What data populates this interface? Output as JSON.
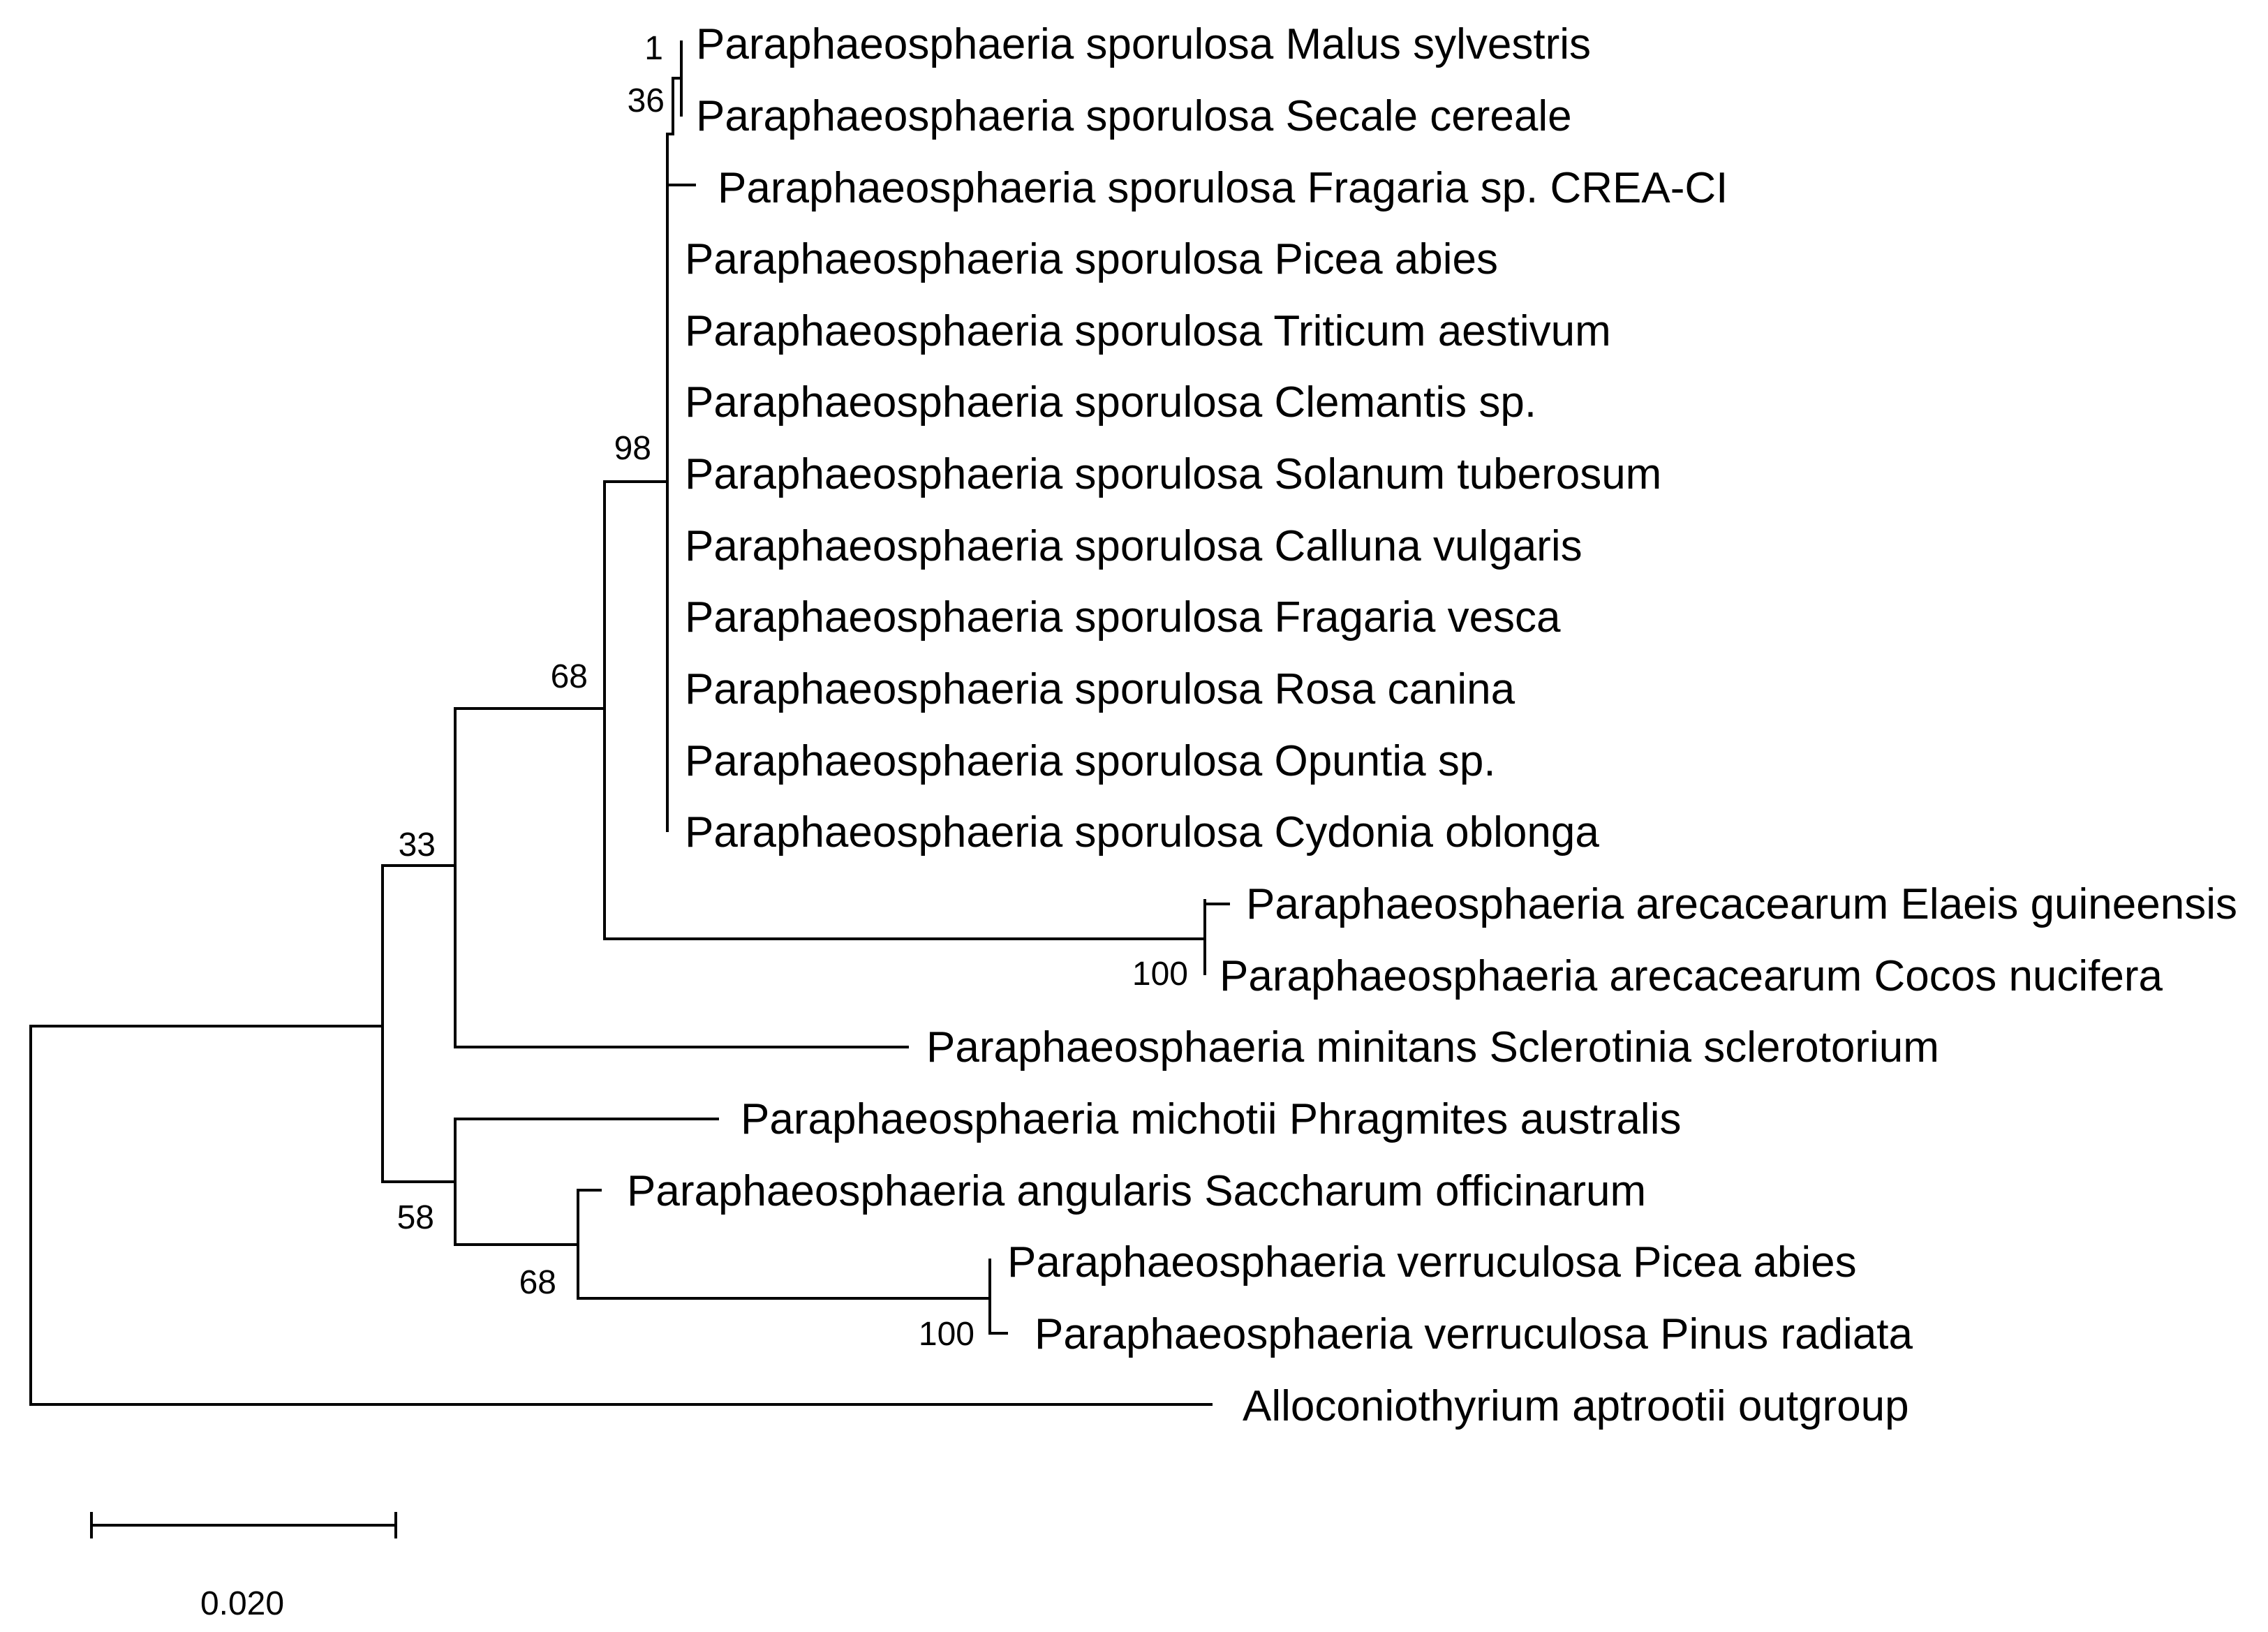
{
  "tree": {
    "taxa": [
      "Paraphaeosphaeria sporulosa Malus sylvestris",
      "Paraphaeosphaeria sporulosa Secale cereale",
      "Paraphaeosphaeria sporulosa Fragaria sp. CREA-CI",
      "Paraphaeosphaeria sporulosa Picea abies",
      "Paraphaeosphaeria sporulosa Triticum aestivum",
      "Paraphaeosphaeria sporulosa Clemantis sp.",
      "Paraphaeosphaeria sporulosa Solanum tuberosum",
      "Paraphaeosphaeria sporulosa Calluna vulgaris",
      "Paraphaeosphaeria sporulosa Fragaria vesca",
      "Paraphaeosphaeria sporulosa Rosa canina",
      "Paraphaeosphaeria sporulosa Opuntia sp.",
      "Paraphaeosphaeria sporulosa Cydonia oblonga",
      "Paraphaeosphaeria arecacearum Elaeis guineensis",
      "Paraphaeosphaeria arecacearum Cocos nucifera",
      "Paraphaeosphaeria minitans Sclerotinia sclerotorium",
      "Paraphaeosphaeria michotii Phragmites australis",
      "Paraphaeosphaeria angularis Saccharum officinarum",
      "Paraphaeosphaeria verruculosa Picea abies",
      "Paraphaeosphaeria verruculosa Pinus radiata",
      "Alloconiothyrium aptrootii outgroup"
    ],
    "support_values": [
      "1",
      "36",
      "98",
      "68",
      "33",
      "100",
      "58",
      "68",
      "100"
    ],
    "scale_bar": {
      "label": "0.020",
      "value": 0.02
    },
    "line_color": "#000000"
  }
}
